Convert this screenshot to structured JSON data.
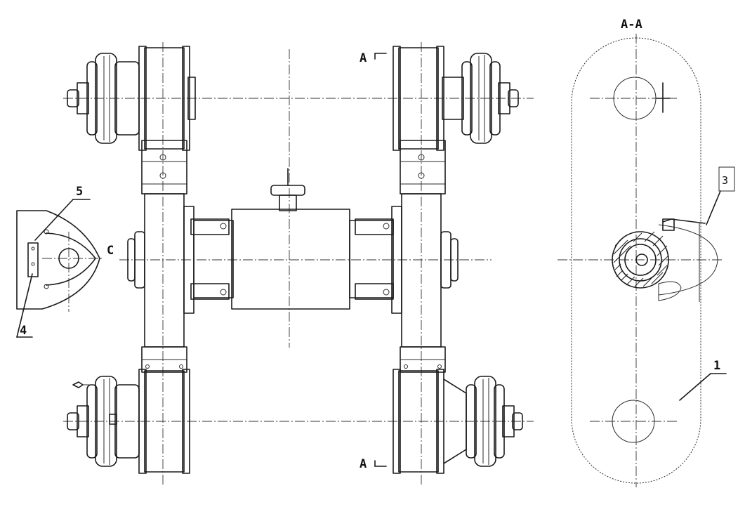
{
  "section_label_top": "A",
  "section_label_bottom": "A",
  "section_view_title": "A-A",
  "view_label_c": "C",
  "callouts": {
    "part_5": "5",
    "part_4": "4",
    "part_1": "1",
    "part_3": "3"
  }
}
